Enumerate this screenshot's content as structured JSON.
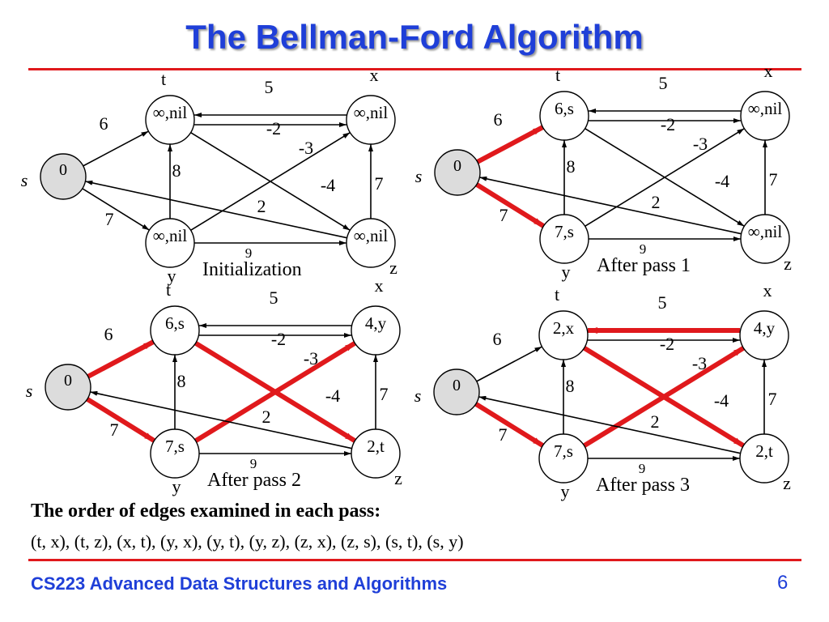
{
  "title": "The Bellman-Ford Algorithm",
  "colors": {
    "title": "#1f3fd8",
    "rule": "#e0191c",
    "relaxed_edge": "#e0191c",
    "edge": "#000000",
    "node_source": "#dcdcdc",
    "node": "#ffffff"
  },
  "edge_weights": {
    "t_x": "5",
    "x_t": "-2",
    "s_t": "6",
    "s_y": "7",
    "y_t": "8",
    "y_x": "-3",
    "t_z": "-4",
    "z_x": "7",
    "z_s": "2",
    "y_z": "9"
  },
  "panels": [
    {
      "id": "init",
      "caption": "Initialization",
      "nodes": {
        "s": "0",
        "t": "∞,nil",
        "x": "∞,nil",
        "y": "∞,nil",
        "z": "∞,nil"
      },
      "node_letters": {
        "s": "s",
        "t": "t",
        "x": "x",
        "y": "y",
        "z": "z"
      },
      "highlighted_edges": []
    },
    {
      "id": "pass1",
      "caption": "After pass 1",
      "nodes": {
        "s": "0",
        "t": "6,s",
        "x": "∞,nil",
        "y": "7,s",
        "z": "∞,nil"
      },
      "node_letters": {
        "s": "s",
        "t": "t",
        "x": "x",
        "y": "y",
        "z": "z"
      },
      "highlighted_edges": [
        "s_t",
        "s_y"
      ]
    },
    {
      "id": "pass2",
      "caption": "After pass 2",
      "nodes": {
        "s": "0",
        "t": "6,s",
        "x": "4,y",
        "y": "7,s",
        "z": "2,t"
      },
      "node_letters": {
        "s": "s",
        "t": "t",
        "x": "x",
        "y": "y",
        "z": "z"
      },
      "highlighted_edges": [
        "s_t",
        "s_y",
        "y_x",
        "t_z"
      ]
    },
    {
      "id": "pass3",
      "caption": "After pass 3",
      "nodes": {
        "s": "0",
        "t": "2,x",
        "x": "4,y",
        "y": "7,s",
        "z": "2,t"
      },
      "node_letters": {
        "s": "s",
        "t": "t",
        "x": "x",
        "y": "y",
        "z": "z"
      },
      "highlighted_edges": [
        "x_t",
        "s_y",
        "y_x",
        "t_z"
      ]
    }
  ],
  "order_heading": "The order of edges examined in each pass:",
  "order_list": "(t, x), (t, z), (x, t), (y, x), (y, t), (y, z), (z, x), (z, s), (s, t), (s, y)",
  "footer": {
    "course": "CS223 Advanced Data Structures and Algorithms",
    "page": "6"
  }
}
